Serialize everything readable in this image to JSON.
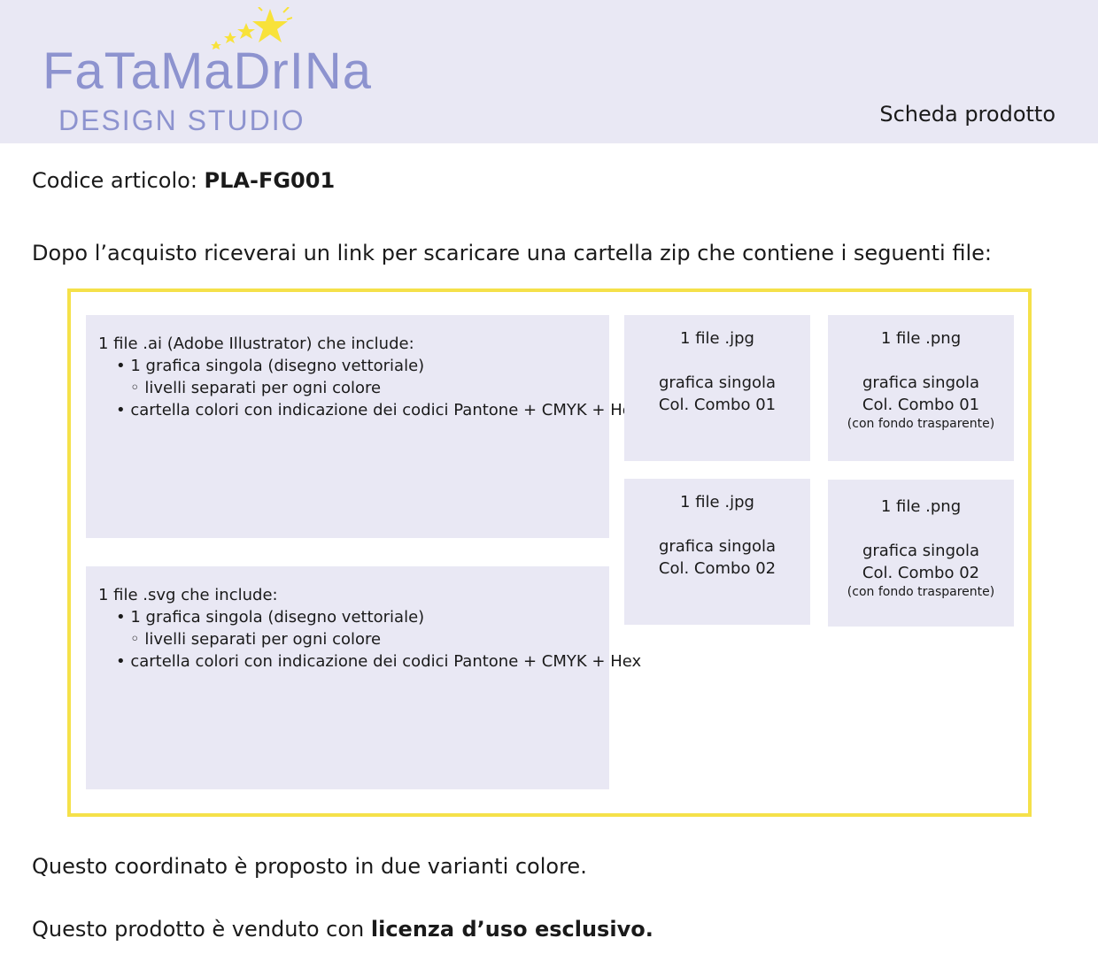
{
  "header": {
    "logo_main": "FaTaMaDrINa",
    "logo_sub": "DESIGN STUDIO",
    "title": "Scheda prodotto",
    "colors": {
      "background": "#e9e8f4",
      "logo": "#8d93cf",
      "star": "#f8e23a"
    }
  },
  "article": {
    "label": "Codice articolo:",
    "code": "PLA-FG001"
  },
  "intro": "Dopo l’acquisto riceverai un link per scaricare una cartella zip che contiene i seguenti file:",
  "files": {
    "ai": {
      "title": "1 file .ai (Adobe Illustrator) che include:",
      "item1": "• 1 grafica singola (disegno vettoriale)",
      "sub1": "◦ livelli separati per ogni colore",
      "item2": "• cartella colori con indicazione dei codici Pantone + CMYK + Hex"
    },
    "svg": {
      "title": "1 file .svg che include:",
      "item1": "• 1 grafica singola (disegno vettoriale)",
      "sub1": "◦ livelli separati per ogni colore",
      "item2": "• cartella colori con indicazione dei codici Pantone + CMYK + Hex"
    },
    "jpg1": {
      "title": "1 file .jpg",
      "line1": "grafica singola",
      "line2": "Col. Combo 01"
    },
    "png1": {
      "title": "1 file .png",
      "line1": "grafica singola",
      "line2": "Col. Combo 01",
      "note": "(con fondo trasparente)"
    },
    "jpg2": {
      "title": "1 file .jpg",
      "line1": "grafica singola",
      "line2": "Col. Combo 02"
    },
    "png2": {
      "title": "1 file .png",
      "line1": "grafica singola",
      "line2": "Col. Combo 02",
      "note": "(con fondo trasparente)"
    }
  },
  "footer": {
    "variants": "Questo coordinato è proposto in due varianti colore.",
    "license_prefix": "Questo prodotto è venduto con",
    "license_bold": "licenza d’uso esclusivo."
  },
  "colors": {
    "frame": "#f5e14a",
    "box": "#e9e8f4"
  }
}
